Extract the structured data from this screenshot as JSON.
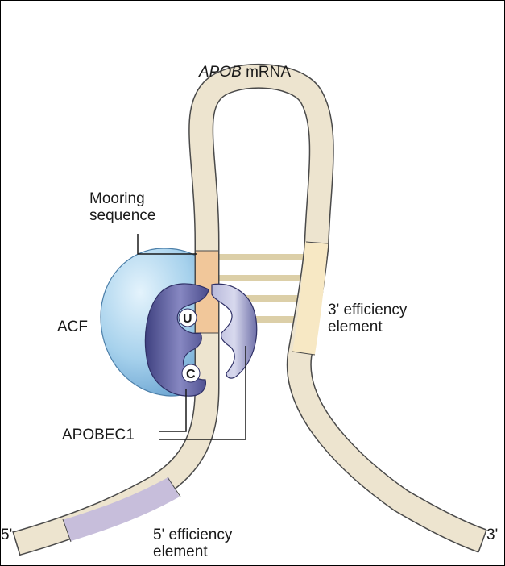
{
  "title": {
    "gene": "APOB",
    "molecule": "mRNA"
  },
  "labels": {
    "mooring_line1": "Mooring",
    "mooring_line2": "sequence",
    "acf": "ACF",
    "eff3_line1": "3' efficiency",
    "eff3_line2": "element",
    "apobec1": "APOBEC1",
    "eff5_line1": "5' efficiency",
    "eff5_line2": "element",
    "end5": "5'",
    "end3": "3'",
    "u": "U",
    "c": "C"
  },
  "colors": {
    "rna_fill": "#ede4cf",
    "rna_outline": "#4a4a4a",
    "mooring_fill": "#f1c79a",
    "eff3_fill": "#f7e8c4",
    "eff5_fill": "#c7bedb",
    "rungs": "#dccfa8",
    "acf_fill": "#a6d1ec",
    "apobec1_fill": "#5c5d96",
    "apobec1_light": "#c3c4dd"
  }
}
